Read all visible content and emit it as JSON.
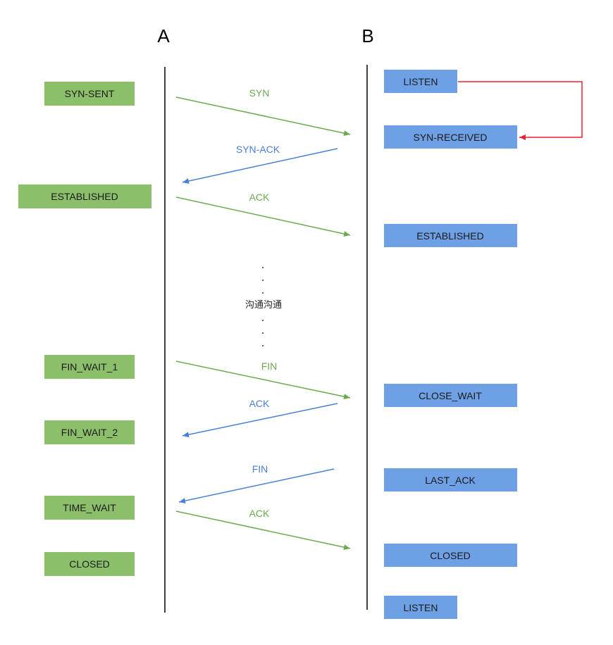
{
  "parties": {
    "a": "A",
    "b": "B"
  },
  "colors": {
    "client_state": "#8cbf6a",
    "server_state": "#6ea0e6",
    "green_arrow": "#6aaa4e",
    "blue_arrow": "#4a7fd8",
    "red_line": "#e8222e",
    "lifeline": "#000000"
  },
  "client_states": [
    "SYN-SENT",
    "ESTABLISHED",
    "FIN_WAIT_1",
    "FIN_WAIT_2",
    "TIME_WAIT",
    "CLOSED"
  ],
  "server_states": [
    "LISTEN",
    "SYN-RECEIVED",
    "ESTABLISHED",
    "CLOSE_WAIT",
    "LAST_ACK",
    "CLOSED",
    "LISTEN"
  ],
  "messages": [
    {
      "label": "SYN",
      "direction": "a-to-b"
    },
    {
      "label": "SYN-ACK",
      "direction": "b-to-a"
    },
    {
      "label": "ACK",
      "direction": "a-to-b"
    },
    {
      "label": "FIN",
      "direction": "a-to-b"
    },
    {
      "label": "ACK",
      "direction": "b-to-a"
    },
    {
      "label": "FIN",
      "direction": "b-to-a"
    },
    {
      "label": "ACK",
      "direction": "a-to-b"
    }
  ],
  "middle_text": "沟通沟通"
}
